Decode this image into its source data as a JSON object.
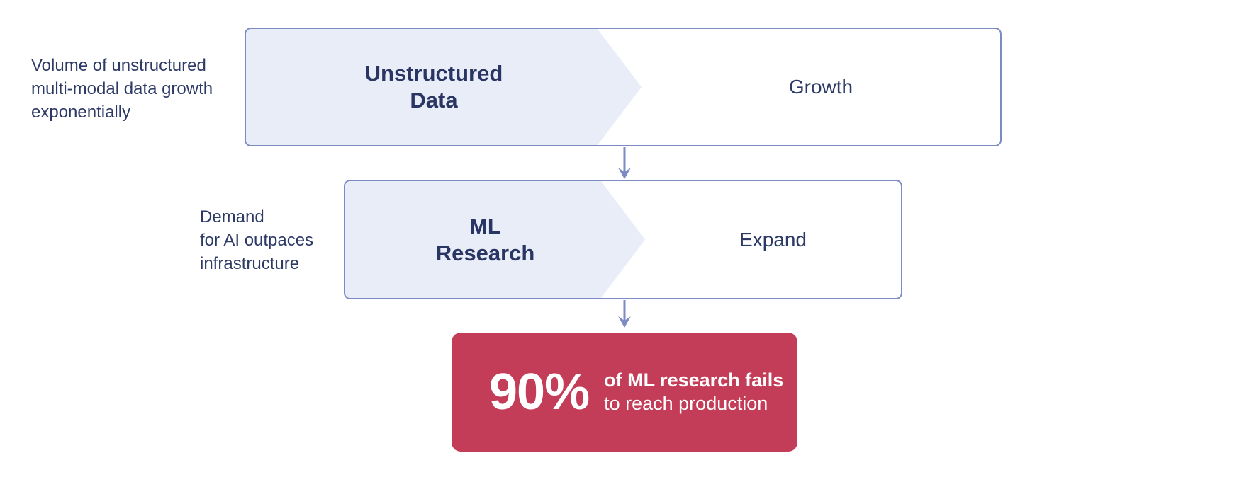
{
  "theme": {
    "accent": "#7C8BC4",
    "chevron-fill": "#E9EDF8",
    "navy": "#2D3A66",
    "heading-navy": "#293562",
    "stat-red": "#C43D58",
    "stat-text-color": "#FFFFFF",
    "background": "#FFFFFF"
  },
  "annotations": {
    "flow1_label": "Volume of unstructured\nmulti-modal data growth\nexponentially",
    "flow2_label": "Demand\nfor AI outpaces\ninfrastructure"
  },
  "flow_steps": [
    {
      "title": "Unstructured\nData",
      "action": "Growth"
    },
    {
      "title": "ML\nResearch",
      "action": "Expand"
    }
  ],
  "stat_card": {
    "value": "90%",
    "line1": "of ML research fails",
    "line2": "to reach production"
  },
  "icons": [
    {
      "name": "arrow-down-icon",
      "glyph": "↓"
    },
    {
      "name": "arrow-down-icon",
      "glyph": "↓"
    }
  ]
}
